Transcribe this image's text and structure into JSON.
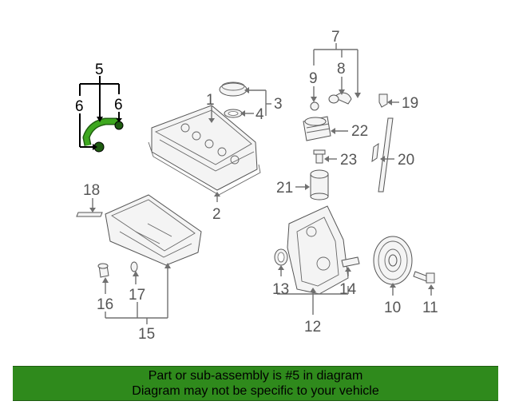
{
  "callouts": {
    "c1": "1",
    "c2": "2",
    "c3": "3",
    "c4": "4",
    "c5": "5",
    "c6a": "6",
    "c6b": "6",
    "c7": "7",
    "c8": "8",
    "c9": "9",
    "c10": "10",
    "c11": "11",
    "c12": "12",
    "c13": "13",
    "c14": "14",
    "c15": "15",
    "c16": "16",
    "c17": "17",
    "c18": "18",
    "c19": "19",
    "c20": "20",
    "c21": "21",
    "c22": "22",
    "c23": "23"
  },
  "highlight_color": "#2f8a1c",
  "banner": {
    "line1": "Part or sub-assembly is #5 in diagram",
    "line2": "Diagram may not be specific to your vehicle"
  }
}
